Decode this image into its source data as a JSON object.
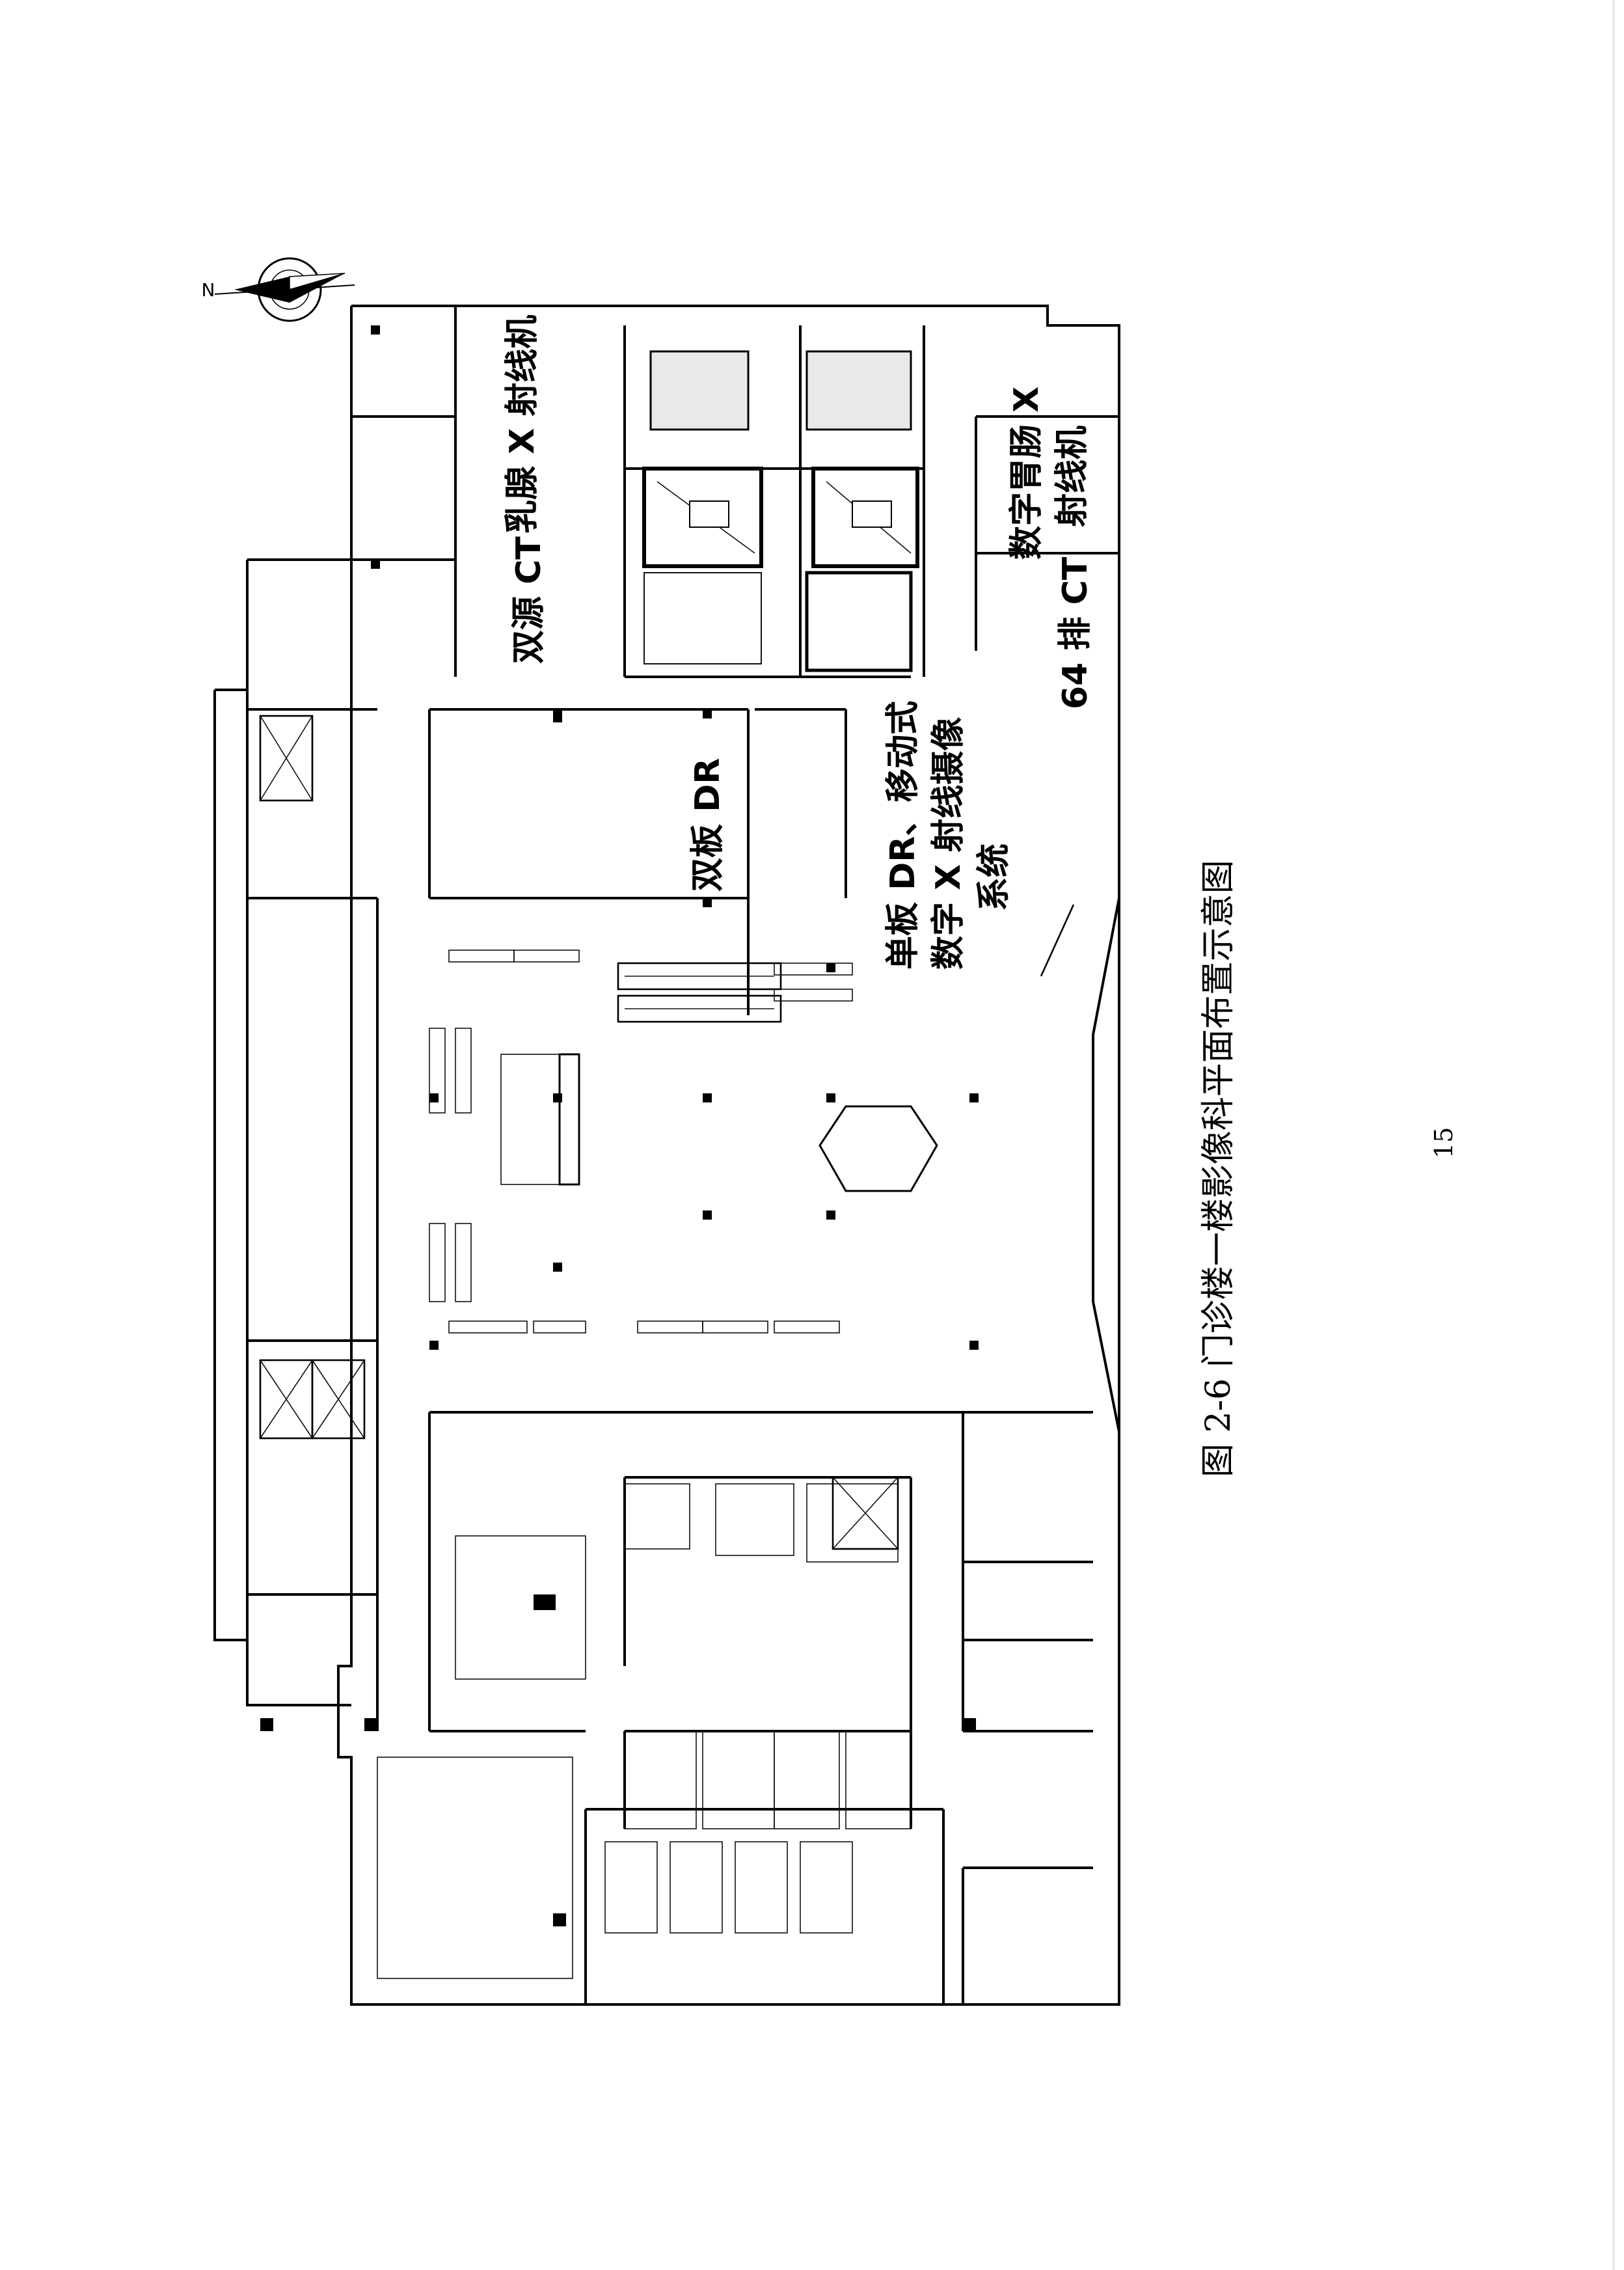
{
  "compass": {
    "north_label": "N"
  },
  "equipment_labels": {
    "dual_source_ct": "双源 CT",
    "mammography": "乳腺 X 射线机",
    "digital_gi_line1": "数字胃肠 X",
    "digital_gi_line2": "射线机",
    "ct_64": "64 排 CT",
    "dual_panel_dr": "双板 DR",
    "single_panel_line1": "单板 DR、移动式",
    "single_panel_line2": "数字 X 射线摄像",
    "single_panel_line3": "系统"
  },
  "caption": "图 2-6 门诊楼一楼影像科平面布置示意图",
  "page_number": "15"
}
